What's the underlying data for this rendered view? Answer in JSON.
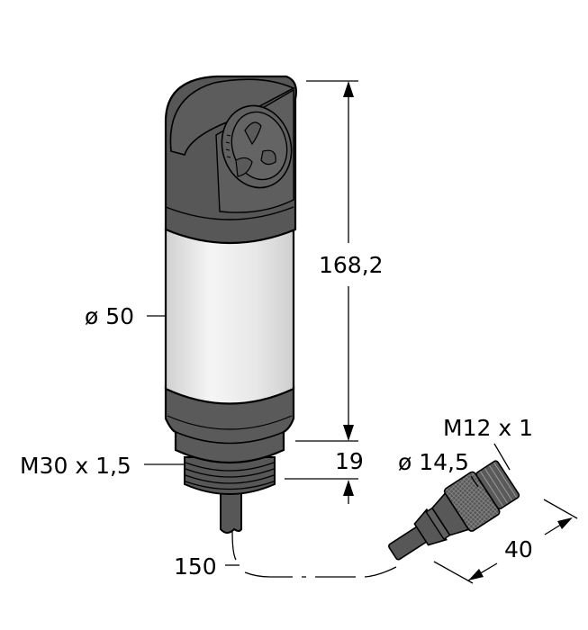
{
  "drawing": {
    "title": "Sensor dimensional drawing",
    "colors": {
      "housing_dark": "#575757",
      "housing_mid": "#666666",
      "body_light": "#e6e6e6",
      "outline": "#000000",
      "background": "#ffffff"
    },
    "dimensions": {
      "height_total": "168,2",
      "diameter_body": "ø 50",
      "thread_length": "19",
      "thread_main": "M30 x 1,5",
      "cable_length": "150",
      "connector_diameter": "ø 14,5",
      "connector_thread": "M12 x 1",
      "connector_length": "40"
    },
    "parts": [
      "sensor-head",
      "adjustment-dial",
      "sensor-body",
      "threaded-base",
      "cable",
      "m12-connector"
    ]
  }
}
